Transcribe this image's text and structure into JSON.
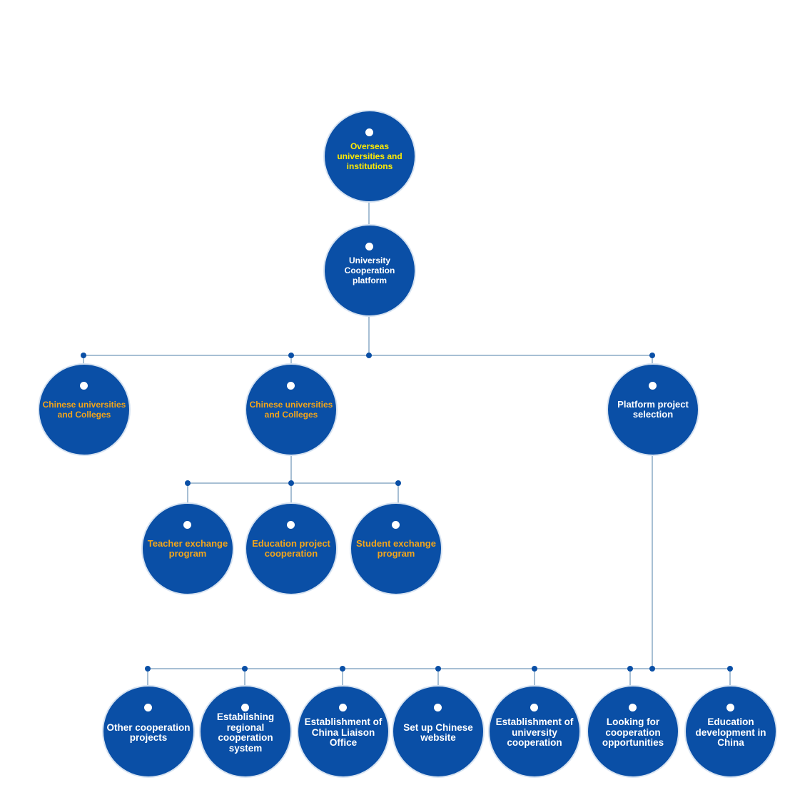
{
  "colors": {
    "node_fill": "#0a4fa6",
    "connector": "#a7bfd4",
    "joint": "#0a4fa6",
    "dot": "#ffffff",
    "text_yellow": "#ffea00",
    "text_orange": "#f2a51a",
    "text_white": "#ffffff"
  },
  "diagram": {
    "root": {
      "label": "Overseas universities and institutions"
    },
    "platform": {
      "label": "University Cooperation platform"
    },
    "level2": [
      {
        "label": "Chinese universities and Colleges"
      },
      {
        "label": "Chinese universities and Colleges"
      },
      {
        "label": "Platform project selection"
      }
    ],
    "level3": [
      {
        "label": "Teacher exchange program"
      },
      {
        "label": "Education project cooperation"
      },
      {
        "label": "Student exchange program"
      }
    ],
    "level4": [
      {
        "label": "Other cooperation projects"
      },
      {
        "label": "Establishing regional cooperation system"
      },
      {
        "label": "Establishment of China Liaison Office"
      },
      {
        "label": "Set up Chinese website"
      },
      {
        "label": "Establishment of university cooperation"
      },
      {
        "label": "Looking for cooperation opportunities"
      },
      {
        "label": "Education development in China"
      }
    ]
  }
}
